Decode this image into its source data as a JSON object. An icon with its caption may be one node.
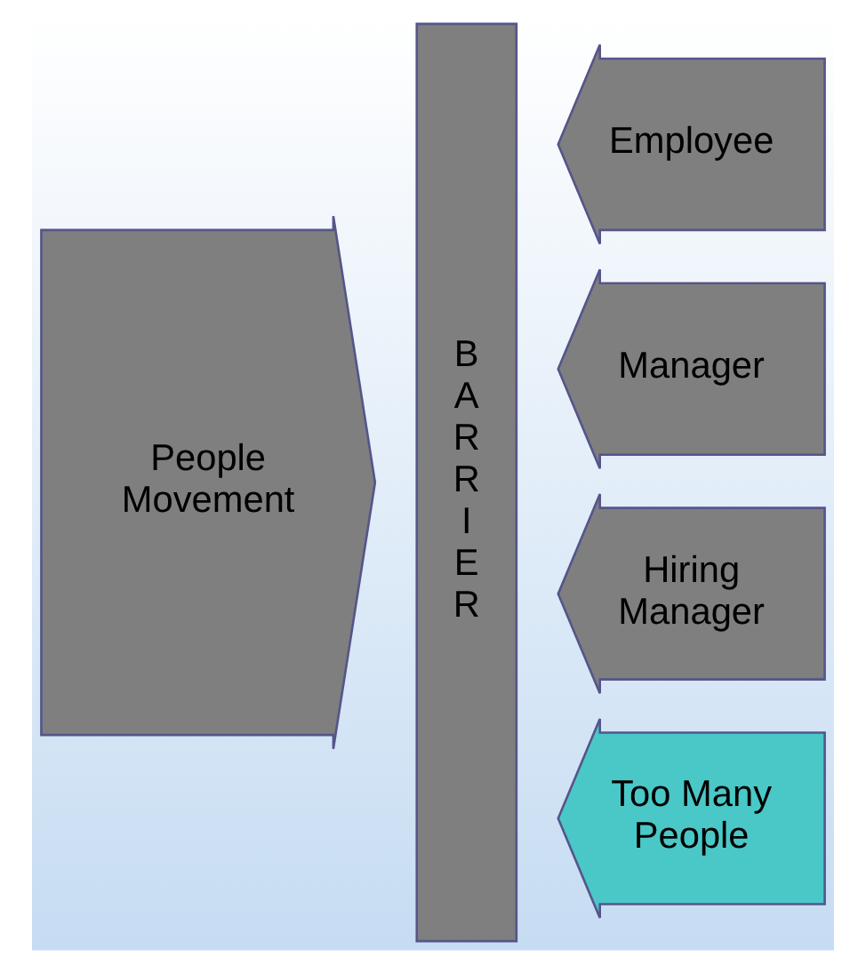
{
  "diagram": {
    "nodes": [
      {
        "text": [
          "People Movement"
        ]
      },
      {
        "text": [
          "BARRIER"
        ]
      },
      {
        "text": [
          "Employee"
        ]
      },
      {
        "text": [
          "Manager"
        ]
      },
      {
        "text": [
          "Hiring Manager"
        ]
      },
      {
        "text": [
          "Too Many People"
        ]
      }
    ]
  }
}
